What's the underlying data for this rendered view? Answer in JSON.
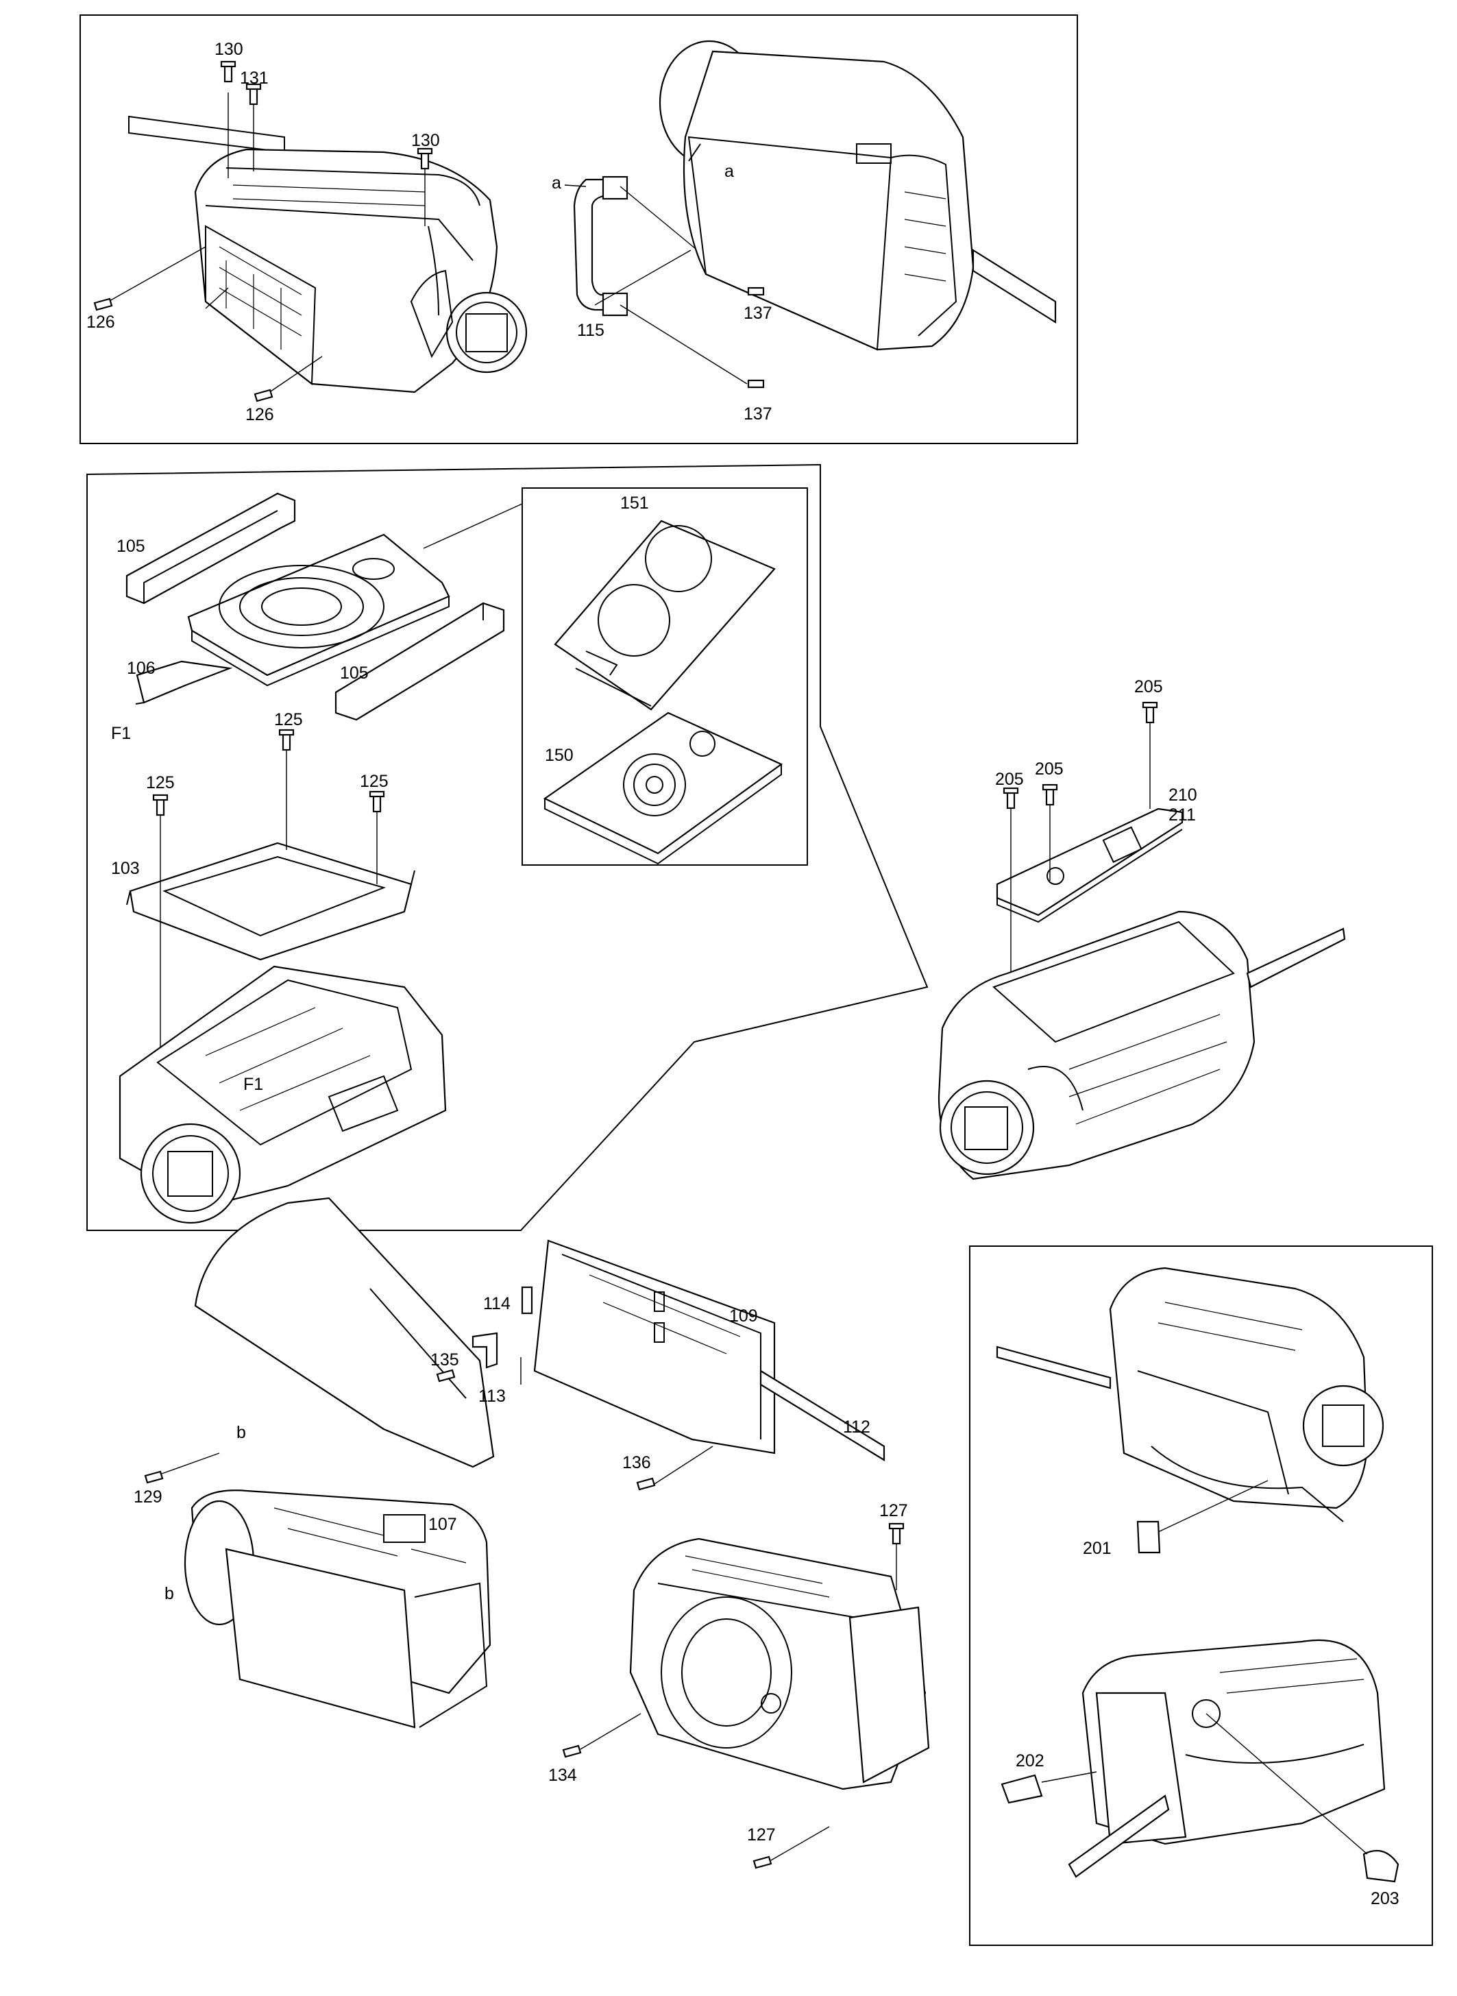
{
  "callouts": {
    "p130a": "130",
    "p131": "131",
    "p130b": "130",
    "p126a": "126",
    "p126b": "126",
    "pa1": "a",
    "pa2": "a",
    "p115": "115",
    "p137a": "137",
    "p137b": "137",
    "p105a": "105",
    "p105b": "105",
    "p106": "106",
    "pF1a": "F1",
    "pF1b": "F1",
    "p125a": "125",
    "p125b": "125",
    "p125c": "125",
    "p103": "103",
    "p151": "151",
    "p150": "150",
    "p205a": "205",
    "p205b": "205",
    "p205c": "205",
    "p210": "210",
    "p211": "211",
    "p114": "114",
    "p109": "109",
    "p135": "135",
    "p113": "113",
    "p112": "112",
    "p136": "136",
    "p129": "129",
    "pb1": "b",
    "pb2": "b",
    "p107": "107",
    "p127a": "127",
    "p127b": "127",
    "p134": "134",
    "p201": "201",
    "p202": "202",
    "p203": "203"
  }
}
